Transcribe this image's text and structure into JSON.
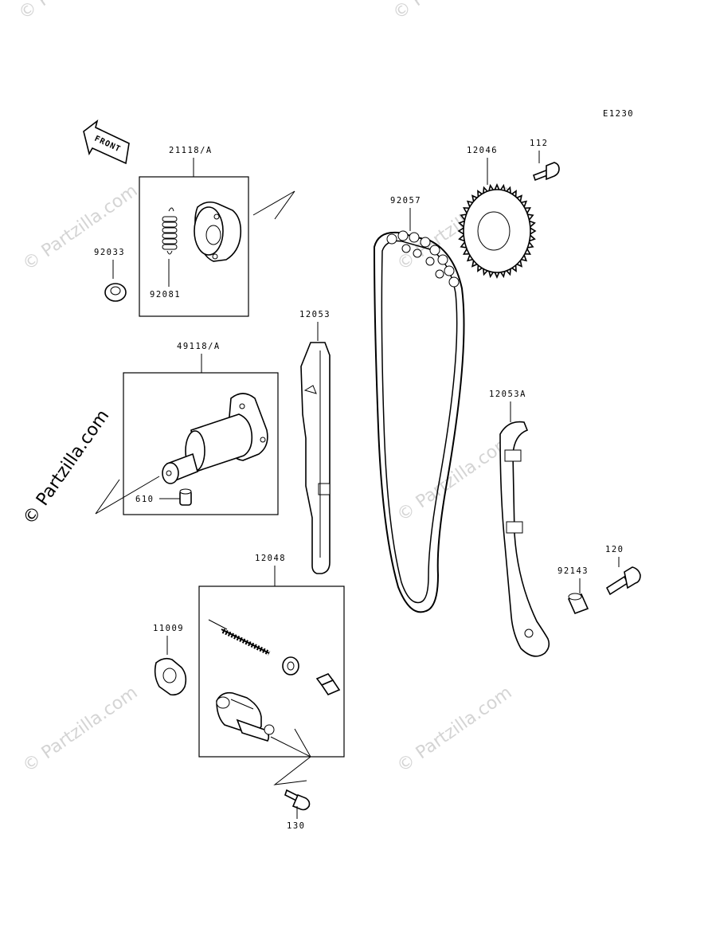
{
  "diagram_code": "E1230",
  "front_label": "FRONT",
  "watermark": "© Partzilla.com",
  "parts": {
    "p21118": "21118/A",
    "p92033": "92033",
    "p92081": "92081",
    "p49118": "49118/A",
    "p610": "610",
    "p12053": "12053",
    "p92057": "92057",
    "p12046": "12046",
    "p112": "112",
    "p12053A": "12053A",
    "p92143": "92143",
    "p120": "120",
    "p12048": "12048",
    "p11009": "11009",
    "p130": "130"
  },
  "colors": {
    "ink": "#000000",
    "watermark": "#d4d4d4"
  }
}
